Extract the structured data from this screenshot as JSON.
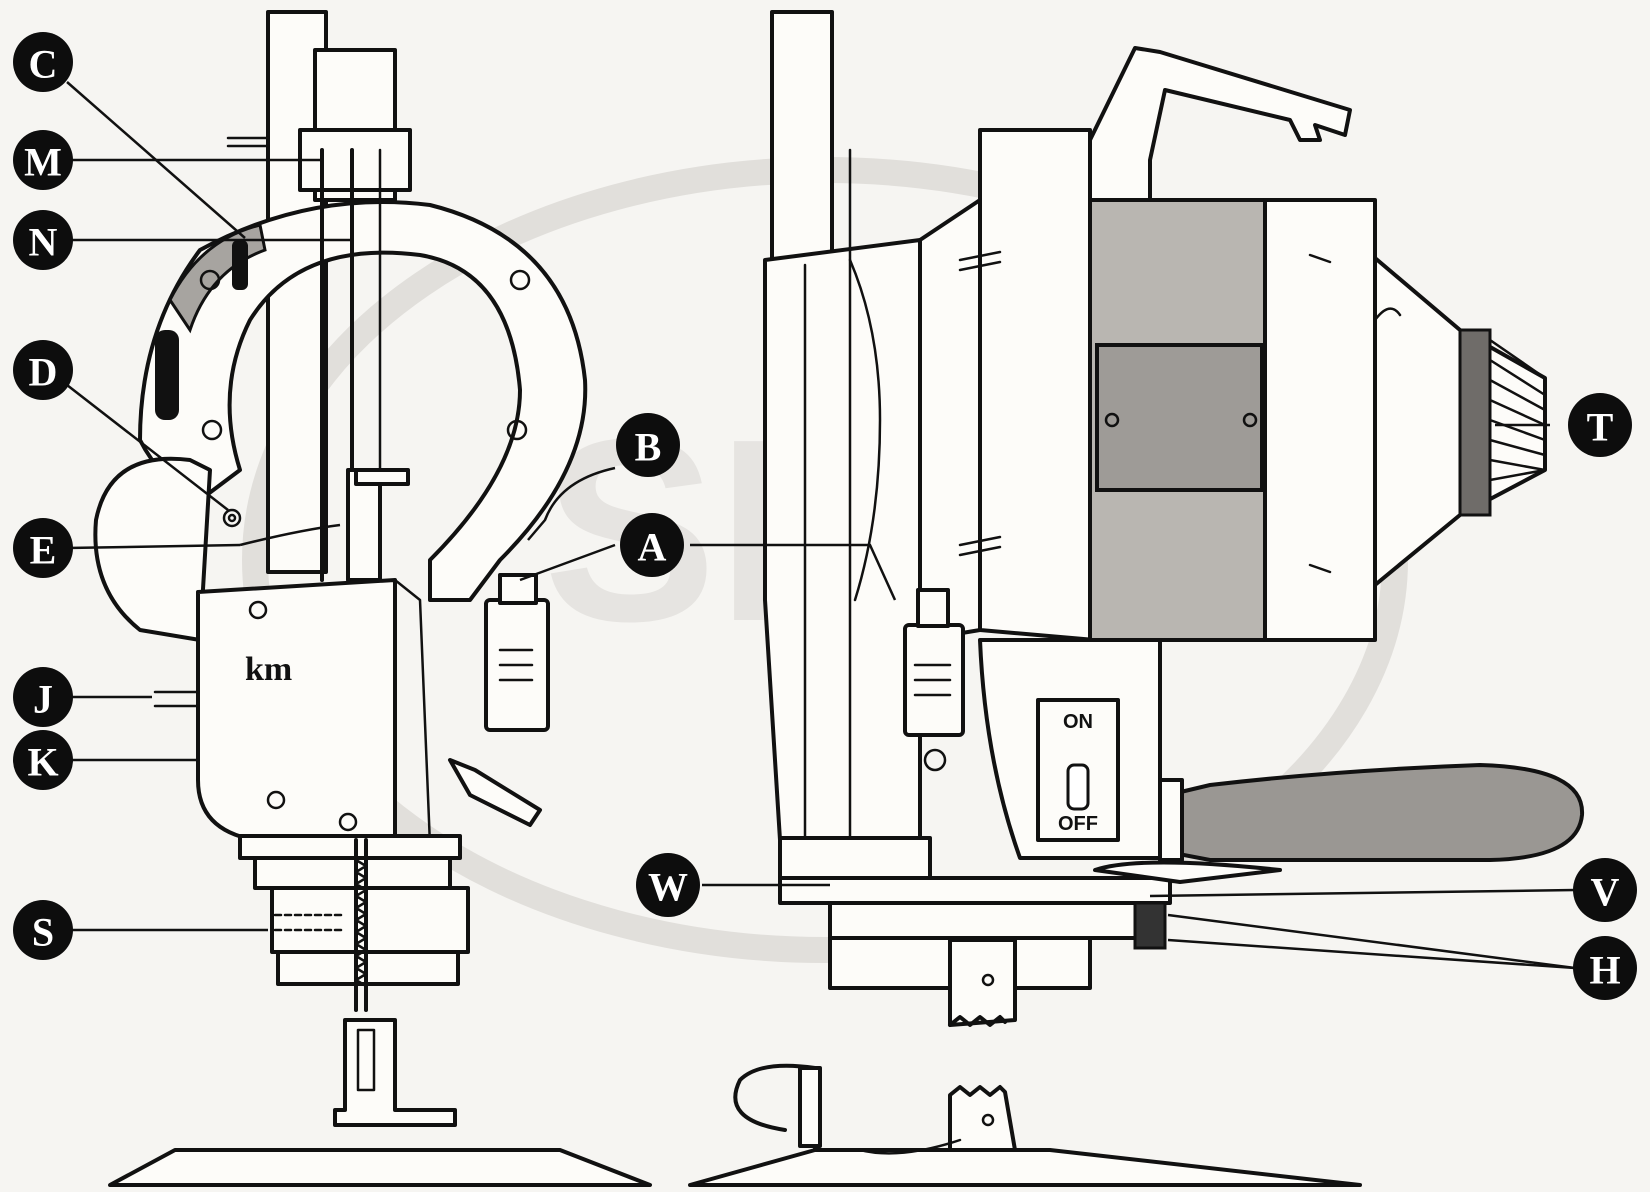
{
  "watermark": {
    "text": "SMP"
  },
  "machine_labels": {
    "brand": "km",
    "switch_on": "ON",
    "switch_off": "OFF"
  },
  "callouts": [
    {
      "id": "C",
      "label": "C"
    },
    {
      "id": "M",
      "label": "M"
    },
    {
      "id": "N",
      "label": "N"
    },
    {
      "id": "D",
      "label": "D"
    },
    {
      "id": "E",
      "label": "E"
    },
    {
      "id": "J",
      "label": "J"
    },
    {
      "id": "K",
      "label": "K"
    },
    {
      "id": "S",
      "label": "S"
    },
    {
      "id": "B",
      "label": "B"
    },
    {
      "id": "A",
      "label": "A"
    },
    {
      "id": "T",
      "label": "T"
    },
    {
      "id": "W",
      "label": "W"
    },
    {
      "id": "V",
      "label": "V"
    },
    {
      "id": "H",
      "label": "H"
    }
  ]
}
